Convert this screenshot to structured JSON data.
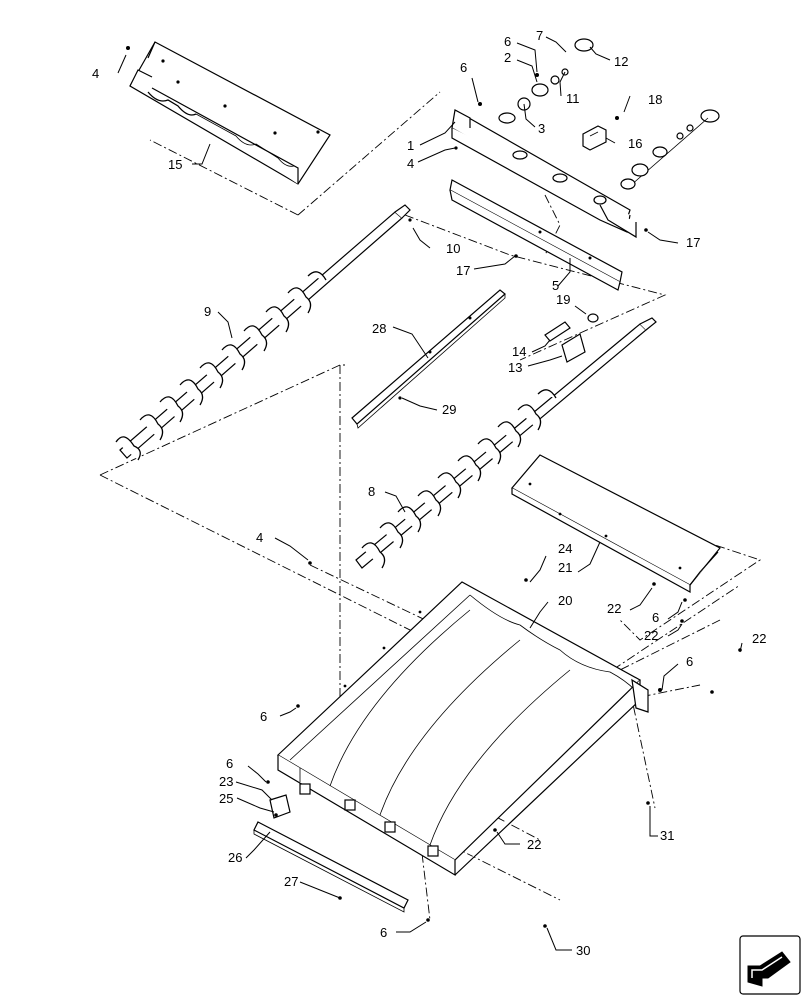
{
  "diagram": {
    "callouts": [
      {
        "id": "c4a",
        "text": "4"
      },
      {
        "id": "c15",
        "text": "15"
      },
      {
        "id": "c6a",
        "text": "6"
      },
      {
        "id": "c6b",
        "text": "6"
      },
      {
        "id": "c7",
        "text": "7"
      },
      {
        "id": "c2",
        "text": "2"
      },
      {
        "id": "c12",
        "text": "12"
      },
      {
        "id": "c11",
        "text": "11"
      },
      {
        "id": "c3",
        "text": "3"
      },
      {
        "id": "c18",
        "text": "18"
      },
      {
        "id": "c1",
        "text": "1"
      },
      {
        "id": "c4b",
        "text": "4"
      },
      {
        "id": "c16",
        "text": "16"
      },
      {
        "id": "c17a",
        "text": "17"
      },
      {
        "id": "c10",
        "text": "10"
      },
      {
        "id": "c17b",
        "text": "17"
      },
      {
        "id": "c5",
        "text": "5"
      },
      {
        "id": "c9",
        "text": "9"
      },
      {
        "id": "c19",
        "text": "19"
      },
      {
        "id": "c28",
        "text": "28"
      },
      {
        "id": "c14",
        "text": "14"
      },
      {
        "id": "c13",
        "text": "13"
      },
      {
        "id": "c29",
        "text": "29"
      },
      {
        "id": "c8",
        "text": "8"
      },
      {
        "id": "c4c",
        "text": "4"
      },
      {
        "id": "c24",
        "text": "24"
      },
      {
        "id": "c21",
        "text": "21"
      },
      {
        "id": "c20",
        "text": "20"
      },
      {
        "id": "c22a",
        "text": "22"
      },
      {
        "id": "c6c",
        "text": "6"
      },
      {
        "id": "c22b",
        "text": "22"
      },
      {
        "id": "c22c",
        "text": "22"
      },
      {
        "id": "c6d",
        "text": "6"
      },
      {
        "id": "c6e",
        "text": "6"
      },
      {
        "id": "c6f",
        "text": "6"
      },
      {
        "id": "c23",
        "text": "23"
      },
      {
        "id": "c25",
        "text": "25"
      },
      {
        "id": "c26",
        "text": "26"
      },
      {
        "id": "c22d",
        "text": "22"
      },
      {
        "id": "c31",
        "text": "31"
      },
      {
        "id": "c27",
        "text": "27"
      },
      {
        "id": "c6g",
        "text": "6"
      },
      {
        "id": "c30",
        "text": "30"
      }
    ],
    "nav_icon": "previous-page-arrow-icon"
  }
}
